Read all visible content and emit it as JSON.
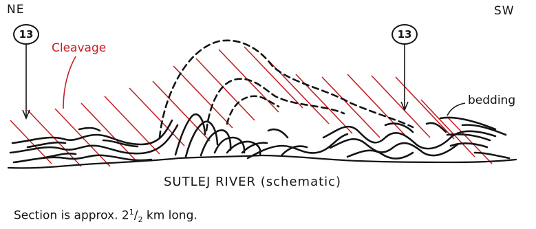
{
  "labels": {
    "ne": "NE",
    "sw": "SW",
    "locality_left": "13",
    "locality_right": "13",
    "cleavage": "Cleavage",
    "bedding": "bedding",
    "river": "SUTLEJ RIVER (schematic)",
    "caption_prefix": "Section is approx. 2",
    "caption_sup": "1",
    "caption_slash": "/",
    "caption_sub": "2",
    "caption_suffix": " km long."
  },
  "colors": {
    "ink": "#141414",
    "cleavage": "#c62026"
  }
}
